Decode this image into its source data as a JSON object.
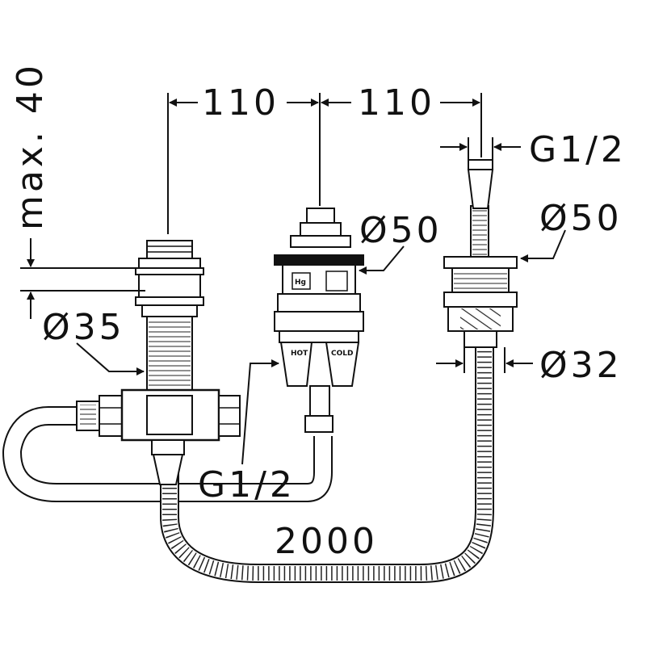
{
  "dimensions": {
    "max_height": "max. 40",
    "spacing_left": "110",
    "spacing_right": "110",
    "diameter_left": "Ø35",
    "diameter_center": "Ø50",
    "diameter_right_top": "Ø50",
    "diameter_right_bottom": "Ø32",
    "thread_top": "G1/2",
    "thread_bottom": "G1/2",
    "hose_length": "2000"
  },
  "labels": {
    "hot": "HOT",
    "cold": "COLD",
    "hg": "Hg"
  }
}
